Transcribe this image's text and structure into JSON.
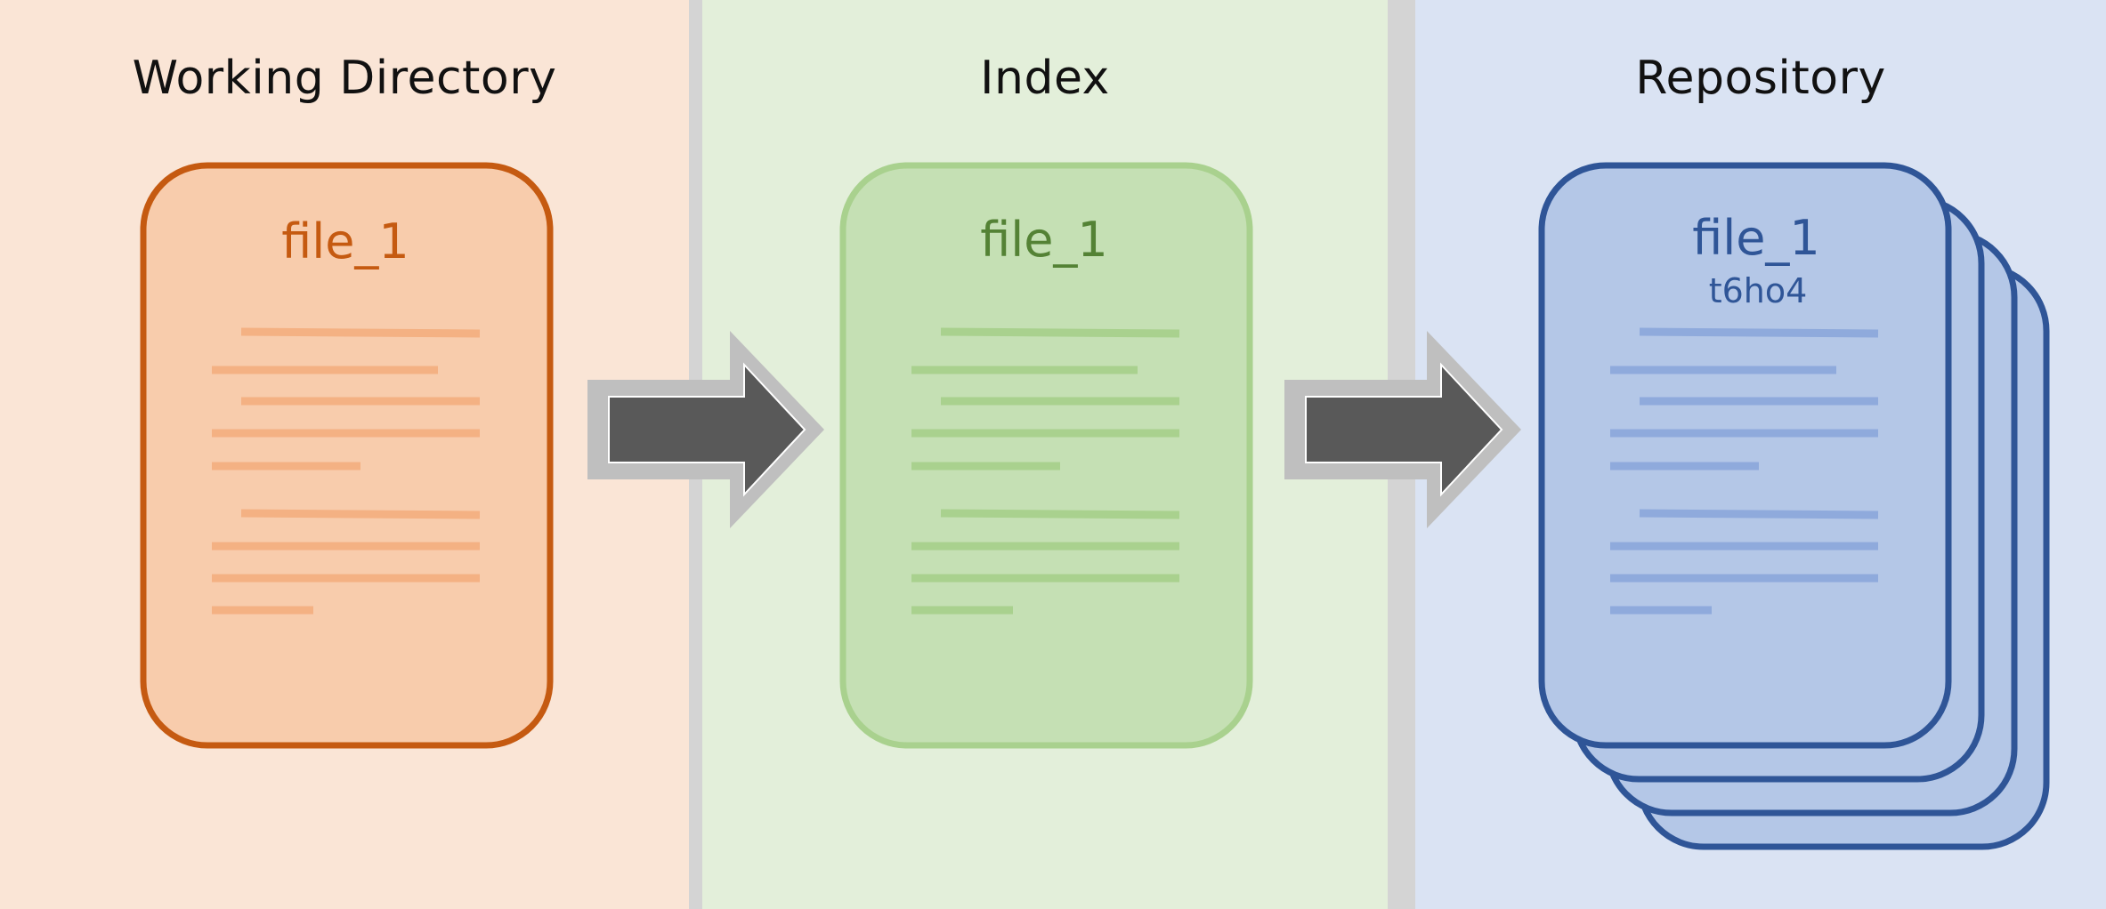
{
  "panels": {
    "working_directory": {
      "title": "Working Directory",
      "file_name": "file_1"
    },
    "index": {
      "title": "Index",
      "file_name": "file_1"
    },
    "repository": {
      "title": "Repository",
      "file_name": "file_1",
      "commit_hash": "t6ho4"
    }
  },
  "colors": {
    "working_bg": "#fae5d6",
    "working_card": "#f8ccac",
    "working_border": "#c55a11",
    "working_text": "#c55a11",
    "working_lines": "#f4b183",
    "index_bg": "#e3efda",
    "index_card": "#c5e0b4",
    "index_border": "#a9d18e",
    "index_text": "#548235",
    "index_lines": "#a9d18e",
    "repo_bg": "#dae3f3",
    "repo_card": "#b4c7e7",
    "repo_border": "#2f5597",
    "repo_text": "#2f5597",
    "repo_lines": "#8faadc",
    "arrow_fill": "#595959",
    "arrow_halo": "#bfbfbf"
  }
}
